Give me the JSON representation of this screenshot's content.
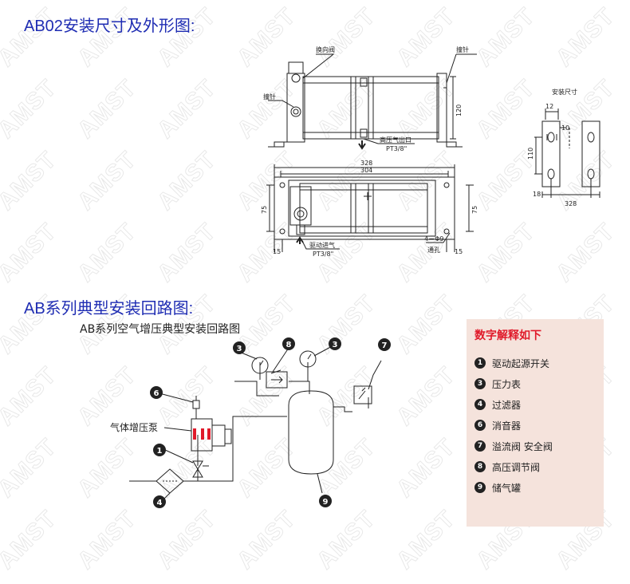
{
  "headings": {
    "dimensions": "AB02安装尺寸及外形图:",
    "circuit": "AB系列典型安装回路图:"
  },
  "watermark": "AMST",
  "top_drawing": {
    "side_view": {
      "reversing_valve": "换向阀",
      "striker_right": "撞针",
      "striker_left": "撞针",
      "dim_120": "120",
      "outlet": "高压气出口",
      "outlet_thread": "PT3/8\""
    },
    "top_view": {
      "dim_328": "328",
      "dim_304": "304",
      "dim_75_left": "75",
      "dim_75_right": "75",
      "dim_15_left": "15",
      "dim_15_right": "15",
      "drive_inlet": "驱动进气",
      "drive_thread": "PT3/8\"",
      "holes_count": "4－Φ9",
      "holes_label": "通孔"
    },
    "mount": {
      "title": "安装尺寸",
      "dim_12": "12",
      "dim_10": "10",
      "dim_110": "110",
      "dim_18": "18",
      "dim_328": "328"
    }
  },
  "circuit": {
    "title": "AB系列空气增压典型安装回路图",
    "pump_label": "气体增压泵",
    "markers": {
      "m3a": "3",
      "m8": "8",
      "m3b": "3",
      "m7": "7",
      "m6": "6",
      "m1": "1",
      "m4": "4",
      "m9": "9"
    }
  },
  "legend": {
    "title": "数字解释如下",
    "items": [
      {
        "num": "1",
        "text": "驱动起源开关"
      },
      {
        "num": "3",
        "text": "压力表"
      },
      {
        "num": "4",
        "text": "过滤器"
      },
      {
        "num": "6",
        "text": "消音器"
      },
      {
        "num": "7",
        "text": "溢流阀  安全阀"
      },
      {
        "num": "8",
        "text": "高压调节阀"
      },
      {
        "num": "9",
        "text": "储气罐"
      }
    ]
  }
}
